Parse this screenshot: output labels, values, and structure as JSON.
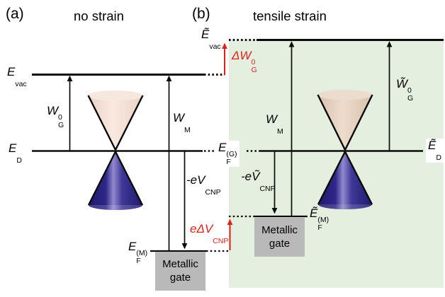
{
  "panels": {
    "a": {
      "tag": "(a)",
      "title": "no strain"
    },
    "b": {
      "tag": "(b)",
      "title": "tensile strain"
    }
  },
  "labels": {
    "evac": {
      "main": "E",
      "sub": "vac"
    },
    "evac_t": {
      "main": "Ẽ",
      "sub": "vac"
    },
    "ed": {
      "main": "E",
      "sub": "D"
    },
    "ed_t": {
      "main": "Ẽ",
      "sub": "D"
    },
    "efg": {
      "main": "E",
      "sup": "(G)",
      "sub": "F"
    },
    "efm": {
      "main": "E",
      "sup": "(M)",
      "sub": "F"
    },
    "efm_t": {
      "main": "Ẽ",
      "sup": "(M)",
      "sub": "F"
    },
    "wg0": {
      "main": "W",
      "sup": "0",
      "sub": "G"
    },
    "wg0_t": {
      "main": "W̃",
      "sup": "0",
      "sub": "G"
    },
    "wm": {
      "main": "W",
      "sub": "M"
    },
    "dwg0": {
      "pre": "Δ",
      "main": "W",
      "sup": "0",
      "sub": "G"
    },
    "evcnp": {
      "pre": "-e",
      "main": "V",
      "sub": "CNP"
    },
    "evcnp_t": {
      "pre": "-e",
      "main": "Ṽ",
      "sub": "CNP"
    },
    "edvcnp": {
      "pre": "eΔ",
      "main": "V",
      "sub": "CNP"
    }
  },
  "gate": {
    "line1": "Metallic",
    "line2": "gate"
  },
  "colors": {
    "green_bg": "#e5efdf",
    "red": "#e0201a",
    "gate_gray": "#b9b9b9",
    "line_black": "#0a0a0a",
    "cone_pink": "#f8e9e1",
    "cone_pink_edge": "#ecd2c5",
    "cone_pink_open": "#f6e7df",
    "cone_tan": "#eddccd",
    "cone_tan_edge": "#d9c1ac",
    "cone_tan_open": "#ecdccd",
    "cone_blue_dark": "#1f1a6e",
    "cone_blue": "#2e2787",
    "cone_blue_hi": "#9189ce",
    "cone_blue2": "#403897",
    "cone_blue_rim": "#6f65b8"
  }
}
